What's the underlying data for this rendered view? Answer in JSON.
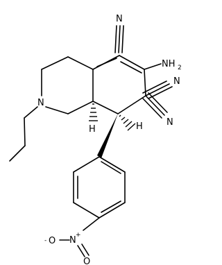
{
  "structure": {
    "atoms": {
      "N_top": "N",
      "N_ring": "N",
      "N_cn_right": "N",
      "N_cn_lower": "N",
      "N_nitro": "N",
      "O_left": "O",
      "O_right": "O",
      "H_left": "H",
      "H_right": "H",
      "NH2_main": "NH",
      "NH2_sub": "2",
      "O_charge": "-",
      "N_charge": "+"
    }
  }
}
